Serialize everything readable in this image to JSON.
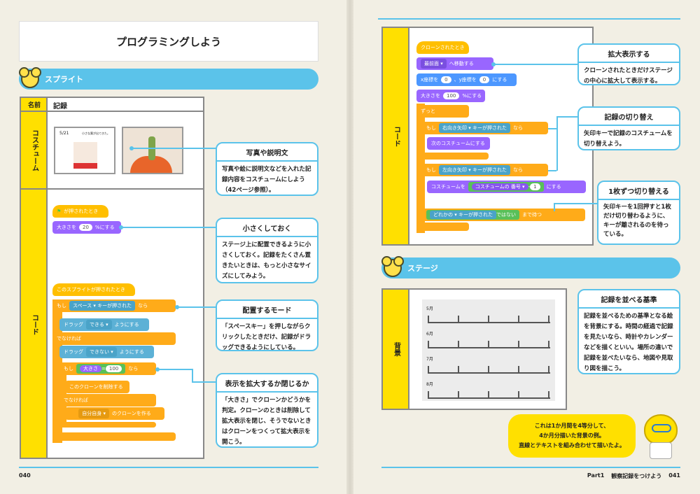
{
  "left_page": {
    "title": "プログラミングしよう",
    "sprite_banner": "スプライト",
    "table": {
      "name_label": "名前",
      "name_value": "記録",
      "costume_label": "コスチューム",
      "code_label": "コード",
      "costume1_date": "5/21",
      "costume1_caption": "小さな葉が出てきた。"
    },
    "blocks": {
      "flag_hat": "が押されたとき",
      "set_size_a": "大きさを",
      "size_val": "20",
      "set_size_b": "%にする",
      "sprite_hat": "このスプライトが押されたとき",
      "if": "もし",
      "key_space": "スペース ▾",
      "key_pressed": "キーが押された",
      "then": "なら",
      "drag_a": "ドラッグ",
      "drag_can": "できる ▾",
      "drag_b": "ようにする",
      "else": "でなければ",
      "drag_cannot": "できない ▾",
      "size_reporter": "大きさ",
      "equals": "=",
      "hundred": "100",
      "delete_clone": "このクローンを削除する",
      "myself": "自分自身 ▾",
      "create_clone": "のクローンを作る"
    },
    "callouts": [
      {
        "title": "写真や説明文",
        "body": "写真や絵に説明文などを入れた記録内容をコスチュームにしよう（42ページ参照）。"
      },
      {
        "title": "小さくしておく",
        "body": "ステージ上に配置できるように小さくしておく。記録をたくさん置きたいときは、もっと小さなサイズにしてみよう。"
      },
      {
        "title": "配置するモード",
        "body": "「スペースキー」を押しながらクリックしたときだけ、記録がドラッグできるようにしている。"
      },
      {
        "title": "表示を拡大するか閉じるか",
        "body": "「大きさ」でクローンかどうかを判定。クローンのときは削除して拡大表示を閉じ、そうでないときはクローンをつくって拡大表示を開こう。"
      }
    ],
    "page_number": "040"
  },
  "right_page": {
    "code_label": "コード",
    "blocks": {
      "clone_hat": "クローンされたとき",
      "front": "最前面 ▾",
      "go_layer": "へ移動する",
      "x_a": "x座標を",
      "x_val": "0",
      "y_a": "、y座標を",
      "y_val": "0",
      "xy_b": "にする",
      "size_a": "大きさを",
      "size_val": "100",
      "size_b": "%にする",
      "forever": "ずっと",
      "if": "もし",
      "right_key": "右向き矢印 ▾",
      "key_pressed": "キーが押された",
      "then": "なら",
      "next_costume": "次のコスチュームにする",
      "left_key": "左向き矢印 ▾",
      "costume_a": "コスチュームを",
      "costume_of": "コスチュームの",
      "number": "番号 ▾",
      "minus": "-",
      "one": "1",
      "costume_b": "にする",
      "any_key": "どれかの ▾",
      "not": "ではない",
      "wait_until": "まで待つ"
    },
    "callouts": [
      {
        "title": "拡大表示する",
        "body": "クローンされたときだけステージの中心に拡大して表示する。"
      },
      {
        "title": "記録の切り替え",
        "body": "矢印キーで記録のコスチュームを切り替えよう。"
      },
      {
        "title": "1枚ずつ切り替える",
        "body": "矢印キーを1回押すと1枚だけ切り替わるように、キーが離されるのを待っている。"
      },
      {
        "title": "記録を並べる基準",
        "body": "記録を並べるための基準となる絵を背景にする。時間の経過で記録を見たいなら、時計やカレンダーなどを描くといい。場所の違いで記録を並べたいなら、地図や見取り図を描こう。"
      }
    ],
    "stage_banner": "ステージ",
    "backdrop_label": "背景",
    "months": [
      "5月",
      "6月",
      "7月",
      "8月"
    ],
    "speech": [
      "これは1か月間を4等分して、",
      "4か月分描いた背景の例。",
      "直線とテキストを組み合わせて描いたよ。"
    ],
    "footer_part": "Part1",
    "footer_chapter": "観察記録をつけよう",
    "page_number": "041"
  }
}
